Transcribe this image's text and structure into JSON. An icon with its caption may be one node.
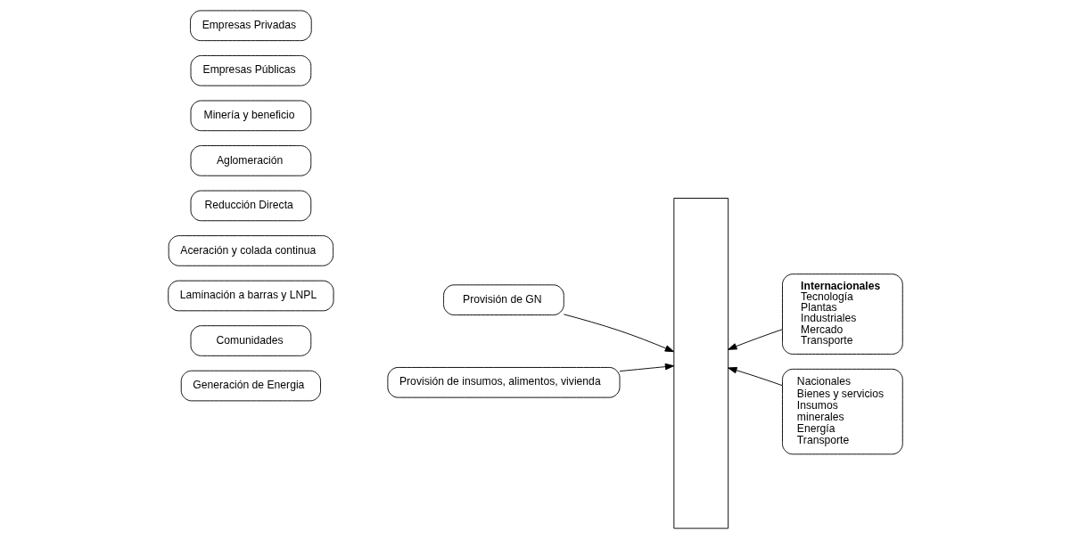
{
  "diagram": {
    "nodes": [
      {
        "text": [
          "Laminación a barras y LNPL"
        ]
      },
      {
        "text": [
          "Aceración y colada continua"
        ]
      },
      {
        "text": [
          "Reducción Directa"
        ]
      },
      {
        "text": [
          "Aglomeración"
        ]
      },
      {
        "text": [
          "Minería y beneficio"
        ]
      },
      {
        "text": [
          "Generación de Energia"
        ]
      },
      {
        "text": [
          "Internacionales",
          "Tecnología Plantas Industriales Mercado Transporte"
        ]
      },
      {
        "text": [],
        "shape": "bar"
      },
      {
        "text": [
          "Provisión de GN"
        ]
      },
      {
        "text": [
          "Nacionales Bienes y servicios Insumos minerales Energía Transporte"
        ]
      },
      {
        "text": [
          "Provisión de insumos, alimentos, vivienda"
        ]
      },
      {
        "text": [
          "Comunidades"
        ]
      },
      {
        "text": [
          "Empresas Públicas"
        ]
      },
      {
        "text": [
          "Empresas Privadas"
        ]
      }
    ],
    "edges": [
      {
        "from": 6,
        "to": 7,
        "arrow": "to"
      },
      {
        "from": 8,
        "to": 7,
        "arrow": "to"
      },
      {
        "from": 9,
        "to": 7,
        "arrow": "to"
      },
      {
        "from": 10,
        "to": 7,
        "arrow": "to"
      }
    ]
  }
}
